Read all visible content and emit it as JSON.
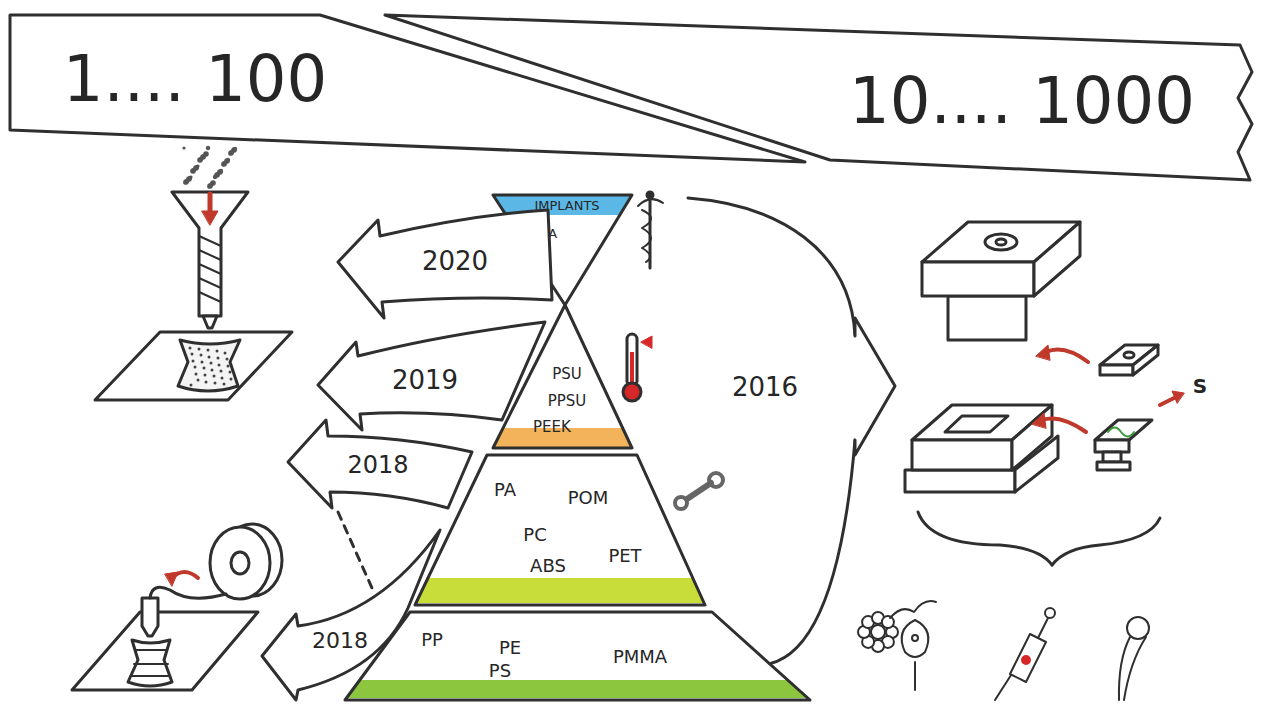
{
  "diagram": {
    "nodes": [
      {
        "text": [
          "1.... 100"
        ]
      },
      {
        "text": [
          "10.... 1000"
        ]
      },
      {
        "text": [
          "IMPLANTS",
          "PLA"
        ]
      },
      {
        "text": [
          "PSU",
          "PPSU",
          "PEEK"
        ]
      },
      {
        "text": [
          "PA",
          "POM",
          "PC",
          "ABS",
          "PET"
        ]
      },
      {
        "text": [
          "PP",
          "PE",
          "PS",
          "PMMA"
        ]
      },
      {
        "text": [
          "2020"
        ]
      },
      {
        "text": [
          "2019"
        ]
      },
      {
        "text": [
          "2018"
        ]
      },
      {
        "text": [
          "2018"
        ]
      }
    ],
    "labels": [
      "2016",
      "S"
    ]
  }
}
